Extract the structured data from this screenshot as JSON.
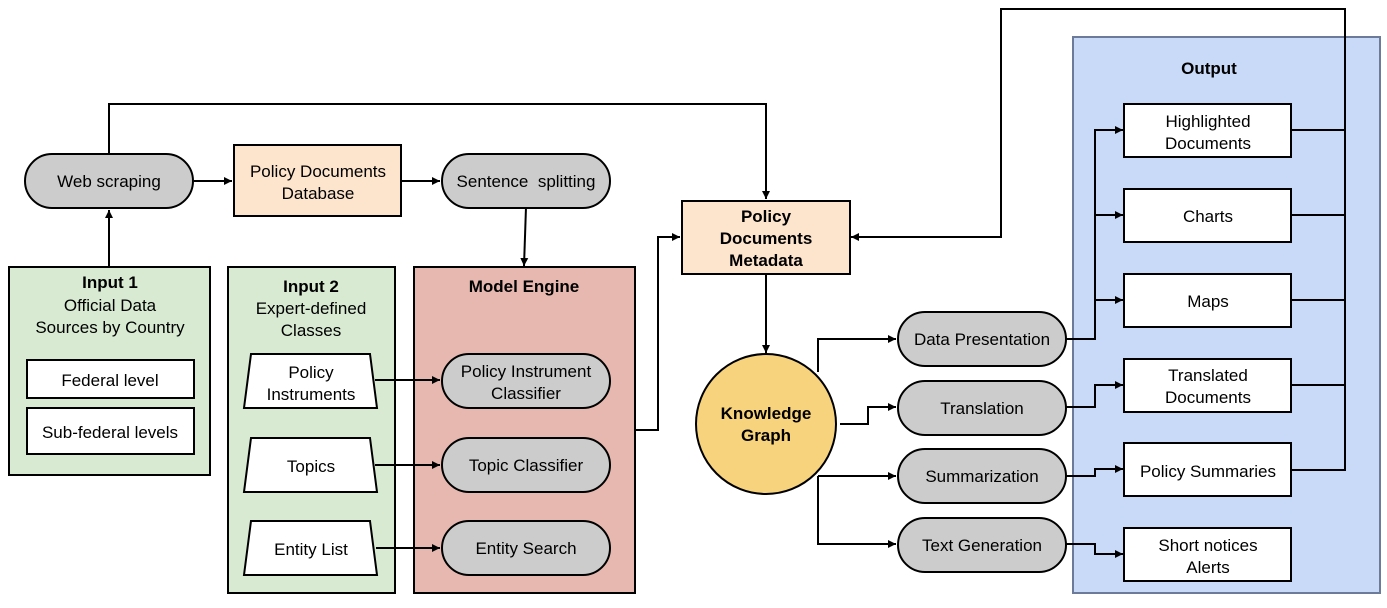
{
  "nodes": {
    "web_scraping": "Web scraping",
    "policy_db": [
      "Policy Documents",
      "Database"
    ],
    "sentence_splitting": "Sentence  splitting",
    "metadata": [
      "Policy",
      "Documents",
      "Metadata"
    ],
    "input1": {
      "title": "Input 1",
      "subtitle": [
        "Official Data",
        "Sources by Country"
      ],
      "items": [
        "Federal level",
        "Sub-federal levels"
      ]
    },
    "input2": {
      "title": "Input 2",
      "subtitle": [
        "Expert-defined",
        "Classes"
      ],
      "items": [
        [
          "Policy",
          "Instruments"
        ],
        [
          "Topics"
        ],
        [
          "Entity List"
        ]
      ]
    },
    "model_engine": {
      "title": "Model Engine",
      "items": [
        [
          "Policy Instrument",
          "Classifier"
        ],
        [
          "Topic Classifier"
        ],
        [
          "Entity Search"
        ]
      ]
    },
    "knowledge_graph": [
      "Knowledge",
      "Graph"
    ],
    "tasks": [
      "Data Presentation",
      "Translation",
      "Summarization",
      "Text Generation"
    ],
    "output": {
      "title": "Output",
      "items": [
        [
          "Highlighted",
          "Documents"
        ],
        [
          "Charts"
        ],
        [
          "Maps"
        ],
        [
          "Translated",
          "Documents"
        ],
        [
          "Policy Summaries"
        ],
        [
          "Short notices",
          "Alerts"
        ]
      ]
    }
  },
  "colors": {
    "gray_node": "#cccccc",
    "peach_node": "#fde4cd",
    "green_panel": "#d9ead3",
    "red_panel": "#e6b8af",
    "blue_panel": "#c9daf8",
    "blue_border": "#6d7b9b",
    "knowledge_graph": "#f6d37c",
    "stroke": "#000000"
  }
}
